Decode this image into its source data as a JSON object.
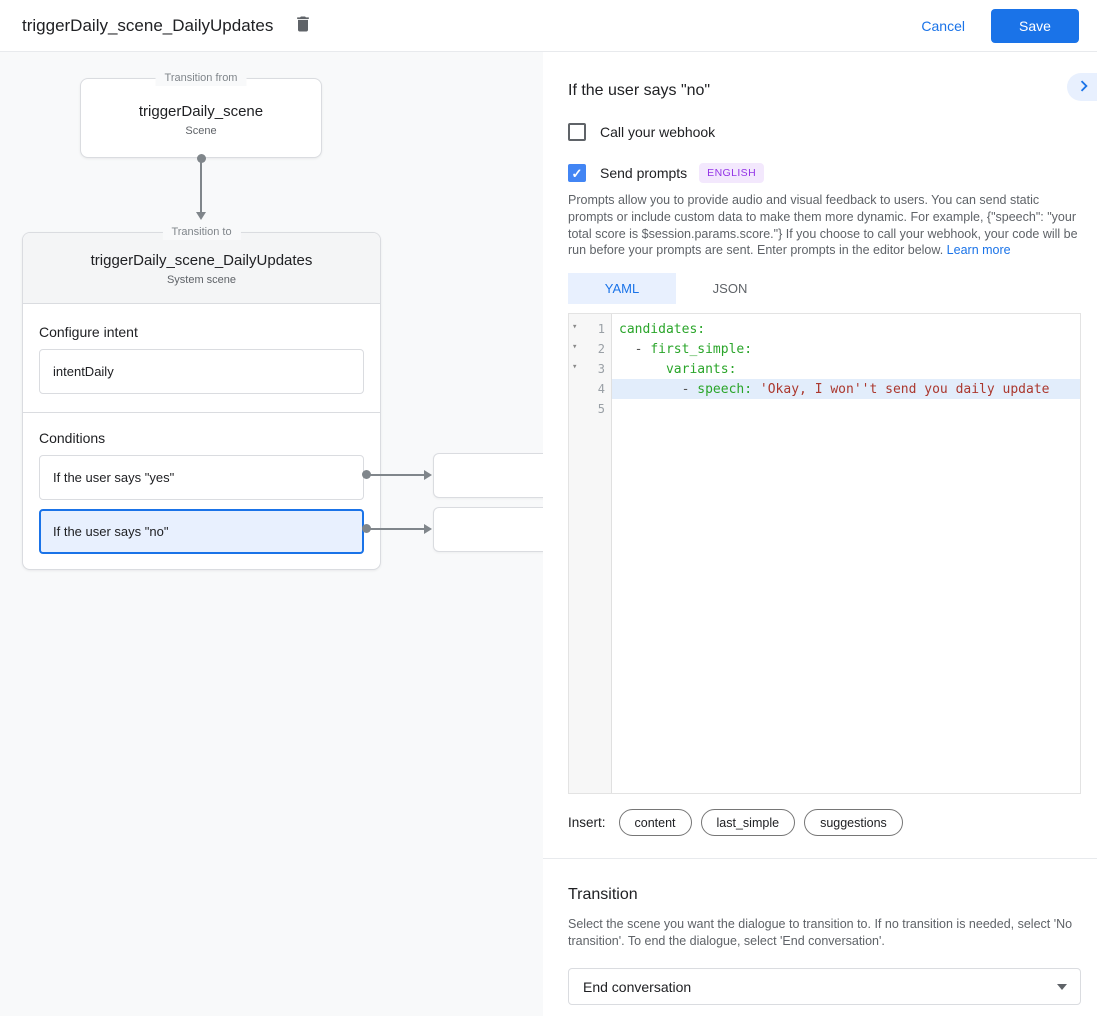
{
  "header": {
    "title": "triggerDaily_scene_DailyUpdates",
    "cancel_label": "Cancel",
    "save_label": "Save"
  },
  "diagram": {
    "from": {
      "legend": "Transition from",
      "title": "triggerDaily_scene",
      "subtitle": "Scene"
    },
    "to": {
      "legend": "Transition to",
      "title": "triggerDaily_scene_DailyUpdates",
      "subtitle": "System scene"
    },
    "intent": {
      "label": "Configure intent",
      "value": "intentDaily"
    },
    "conditions": {
      "label": "Conditions",
      "items": [
        {
          "label": "If the user says \"yes\"",
          "selected": false
        },
        {
          "label": "If the user says \"no\"",
          "selected": true
        }
      ]
    }
  },
  "panel": {
    "title": "If the user says \"no\"",
    "collapse_icon": "chevron-right",
    "webhook": {
      "label": "Call your webhook",
      "checked": false
    },
    "prompts": {
      "label": "Send prompts",
      "checked": true,
      "badge": "ENGLISH"
    },
    "description": "Prompts allow you to provide audio and visual feedback to users. You can send static prompts or include custom data to make them more dynamic. For example, {\"speech\": \"your total score is $session.params.score.\"} If you choose to call your webhook, your code will be run before your prompts are sent. Enter prompts in the editor below. ",
    "learn_more": "Learn more",
    "tabs": [
      {
        "label": "YAML",
        "active": true
      },
      {
        "label": "JSON",
        "active": false
      }
    ],
    "editor": {
      "lines": [
        {
          "num": "1",
          "fold": true,
          "active": false,
          "tokens": [
            {
              "c": "key",
              "t": "candidates:"
            }
          ]
        },
        {
          "num": "2",
          "fold": true,
          "active": false,
          "tokens": [
            {
              "c": "plain",
              "t": "  "
            },
            {
              "c": "meta",
              "t": "- "
            },
            {
              "c": "key",
              "t": "first_simple:"
            }
          ]
        },
        {
          "num": "3",
          "fold": true,
          "active": false,
          "tokens": [
            {
              "c": "plain",
              "t": "      "
            },
            {
              "c": "key",
              "t": "variants:"
            }
          ]
        },
        {
          "num": "4",
          "fold": false,
          "active": true,
          "tokens": [
            {
              "c": "plain",
              "t": "        "
            },
            {
              "c": "meta",
              "t": "- "
            },
            {
              "c": "key",
              "t": "speech:"
            },
            {
              "c": "plain",
              "t": " "
            },
            {
              "c": "str",
              "t": "'Okay, I won''t send you daily update"
            }
          ]
        },
        {
          "num": "5",
          "fold": false,
          "active": false,
          "tokens": []
        }
      ]
    },
    "insert": {
      "label": "Insert:",
      "chips": [
        "content",
        "last_simple",
        "suggestions"
      ]
    },
    "transition": {
      "title": "Transition",
      "description": "Select the scene you want the dialogue to transition to. If no transition is needed, select 'No transition'. To end the dialogue, select 'End conversation'.",
      "selected_value": "End conversation"
    }
  },
  "colors": {
    "accent_blue": "#1a73e8",
    "checkbox_checked": "#4285f4",
    "selected_condition_bg": "#e8f0fe",
    "badge_bg": "#f3e8fd",
    "badge_text": "#9334e6",
    "code_key_green": "#2aa52a",
    "code_string_red": "#ab382e",
    "active_line_bg": "#e2edfb"
  }
}
